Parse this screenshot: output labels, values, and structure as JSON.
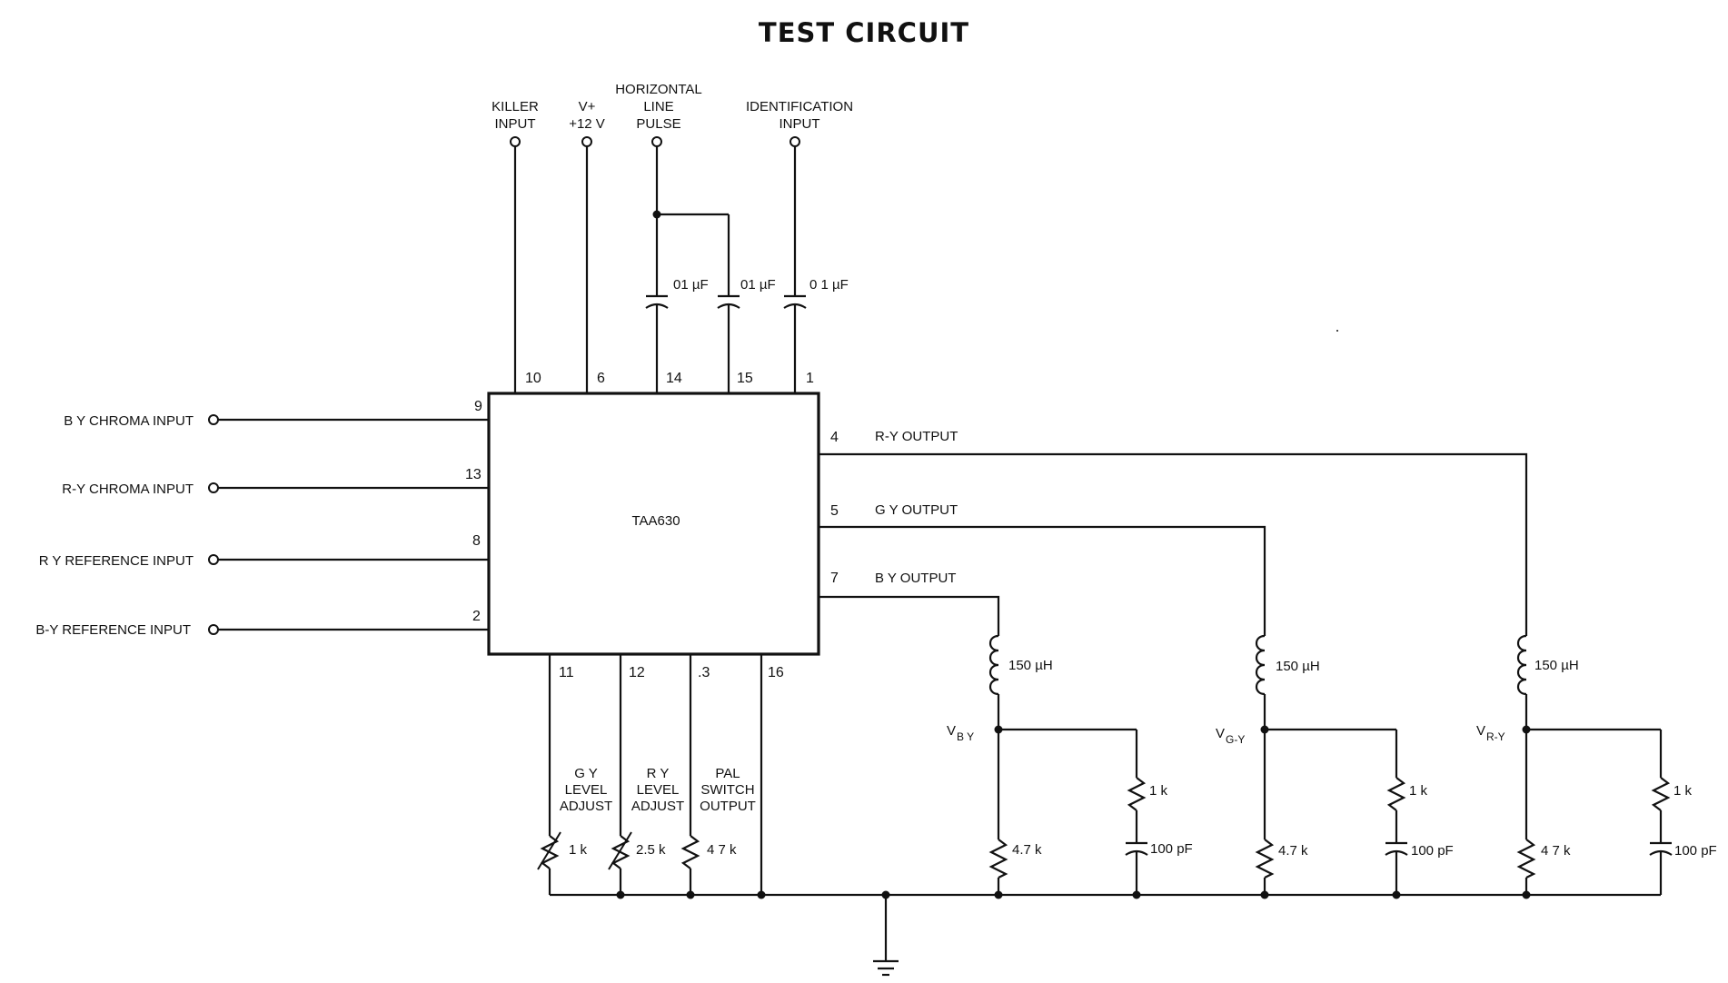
{
  "title": "TEST CIRCUIT",
  "ic": {
    "name": "TAA630"
  },
  "top_inputs": {
    "killer": [
      "KILLER",
      "INPUT"
    ],
    "vplus": [
      "V+",
      "+12 V"
    ],
    "hline": [
      "HORIZONTAL",
      "LINE",
      "PULSE"
    ],
    "ident": [
      "IDENTIFICATION",
      "INPUT"
    ]
  },
  "left_inputs": {
    "by_chroma": "B Y CHROMA INPUT",
    "ry_chroma": "R-Y CHROMA INPUT",
    "ry_ref": "R Y REFERENCE INPUT",
    "by_ref": "B-Y REFERENCE INPUT"
  },
  "pins": {
    "p10": "10",
    "p6": "6",
    "p14": "14",
    "p15": "15",
    "p1": "1",
    "p9": "9",
    "p13": "13",
    "p8": "8",
    "p2": "2",
    "p4": "4",
    "p5": "5",
    "p7": "7",
    "p11": "11",
    "p12": "12",
    "p3": ".3",
    "p16": "16"
  },
  "outputs": {
    "ry": "R-Y OUTPUT",
    "gy": "G Y OUTPUT",
    "by": "B Y OUTPUT"
  },
  "caps_top": {
    "c1": "01 µF",
    "c2": "01 µF",
    "c3": "0 1 µF"
  },
  "bottom_labels": {
    "gy_level": [
      "G Y",
      "LEVEL",
      "ADJUST"
    ],
    "ry_level": [
      "R Y",
      "LEVEL",
      "ADJUST"
    ],
    "pal": [
      "PAL",
      "SWITCH",
      "OUTPUT"
    ]
  },
  "bottom_values": {
    "r1k": "1 k",
    "r25k": "2.5 k",
    "r47k": "4 7 k"
  },
  "filters": {
    "b": {
      "v": "V",
      "sub": "B Y",
      "ind": "150 µH",
      "r1": "1 k",
      "r2": "4.7 k",
      "c": "100 pF"
    },
    "g": {
      "v": "V",
      "sub": "G-Y",
      "ind": "150 µH",
      "r1": "1 k",
      "r2": "4.7 k",
      "c": "100 pF"
    },
    "r": {
      "v": "V",
      "sub": "R-Y",
      "ind": "150 µH",
      "r1": "1 k",
      "r2": "4 7 k",
      "c": "100 pF"
    }
  }
}
